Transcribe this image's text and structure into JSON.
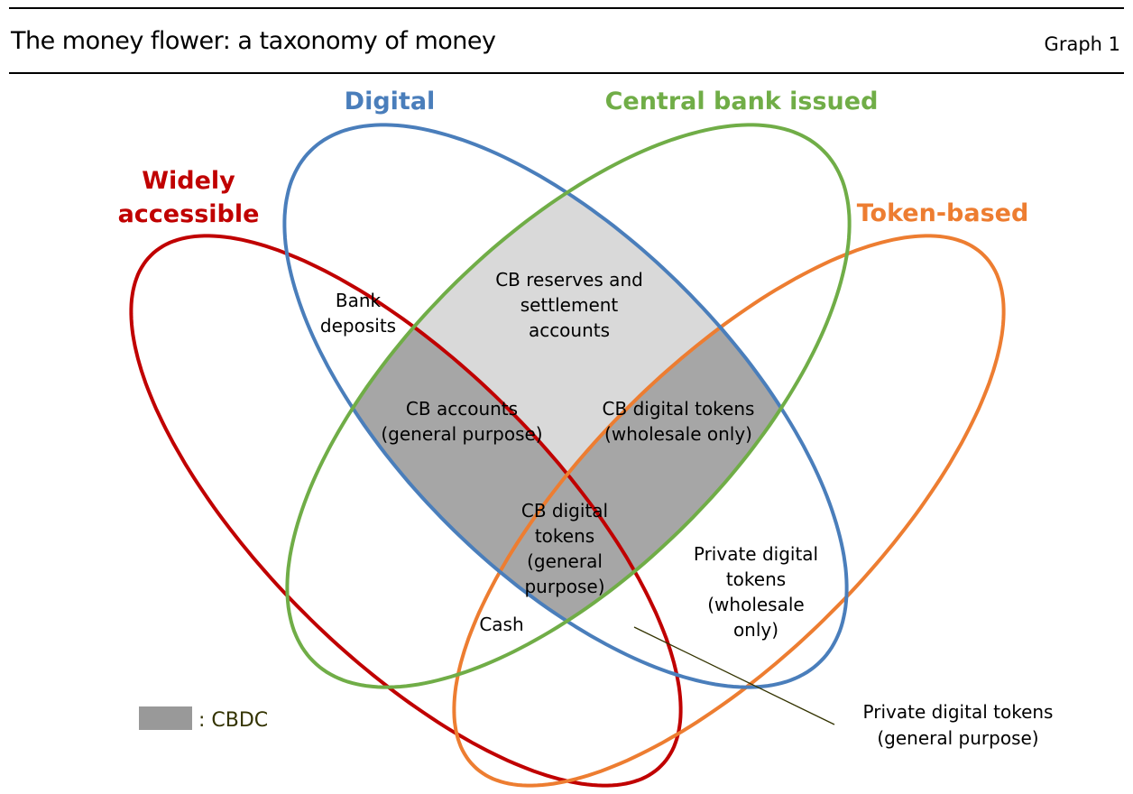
{
  "header": {
    "title": "The money flower: a taxonomy of money",
    "graph_number": "Graph 1"
  },
  "colors": {
    "digital": "#4a7ebb",
    "central_bank": "#70ad47",
    "widely": "#c00000",
    "token": "#ed7d31",
    "cbdc_fill": "#a6a6a6",
    "reserves_fill": "#d9d9d9"
  },
  "sets": {
    "digital": "Digital",
    "central_bank": "Central bank issued",
    "widely_1": "Widely",
    "widely_2": "accessible",
    "token": "Token-based"
  },
  "regions": {
    "bank_deposits": [
      "Bank",
      "deposits"
    ],
    "cb_reserves": [
      "CB reserves and",
      "settlement",
      "accounts"
    ],
    "cb_accounts": [
      "CB accounts",
      "(general purpose)"
    ],
    "cb_tokens_wholesale": [
      "CB digital tokens",
      "(wholesale only)"
    ],
    "cb_tokens_general": [
      "CB digital",
      "tokens",
      "(general",
      "purpose)"
    ],
    "cash": "Cash",
    "private_wholesale": [
      "Private digital",
      "tokens",
      "(wholesale",
      "only)"
    ],
    "private_general": [
      "Private digital tokens",
      "(general purpose)"
    ]
  },
  "legend": {
    "label": ": CBDC"
  }
}
